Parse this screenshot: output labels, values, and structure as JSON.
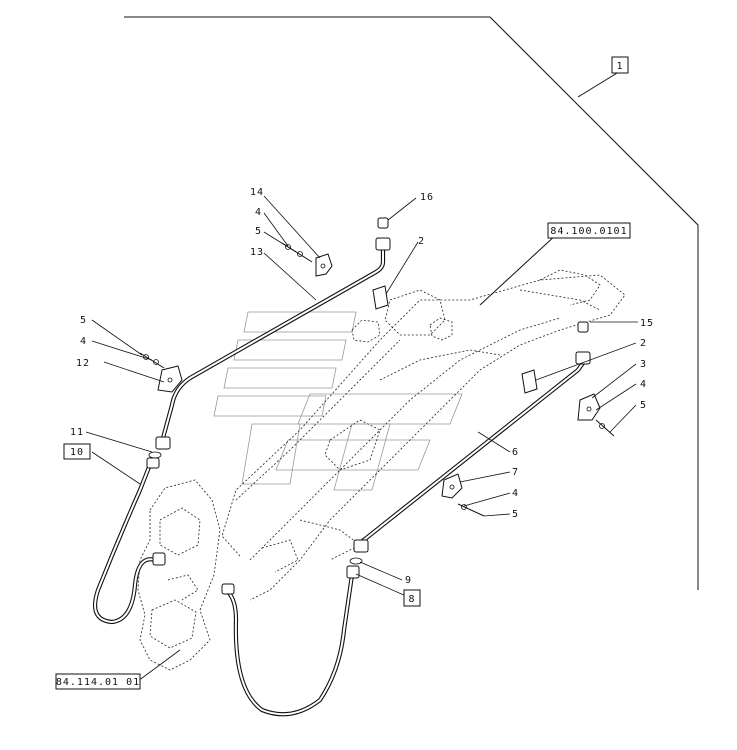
{
  "diagram": {
    "group_reference": "1",
    "reference_labels": [
      {
        "id": "ref-upper",
        "text": "84.100.0101"
      },
      {
        "id": "ref-lower",
        "text": "84.114.01 01"
      }
    ],
    "boxed_parts": [
      {
        "id": "box-1",
        "text": "1"
      },
      {
        "id": "box-10",
        "text": "10"
      },
      {
        "id": "box-8",
        "text": "8"
      }
    ],
    "callouts": [
      {
        "id": "c16",
        "text": "16"
      },
      {
        "id": "c14",
        "text": "14"
      },
      {
        "id": "c4a",
        "text": "4"
      },
      {
        "id": "c5a",
        "text": "5"
      },
      {
        "id": "c13",
        "text": "13"
      },
      {
        "id": "c2a",
        "text": "2"
      },
      {
        "id": "c5b",
        "text": "5"
      },
      {
        "id": "c4b",
        "text": "4"
      },
      {
        "id": "c12",
        "text": "12"
      },
      {
        "id": "c11",
        "text": "11"
      },
      {
        "id": "c15",
        "text": "15"
      },
      {
        "id": "c2b",
        "text": "2"
      },
      {
        "id": "c3",
        "text": "3"
      },
      {
        "id": "c4c",
        "text": "4"
      },
      {
        "id": "c5c",
        "text": "5"
      },
      {
        "id": "c6",
        "text": "6"
      },
      {
        "id": "c7",
        "text": "7"
      },
      {
        "id": "c4d",
        "text": "4"
      },
      {
        "id": "c5d",
        "text": "5"
      },
      {
        "id": "c9",
        "text": "9"
      }
    ]
  }
}
